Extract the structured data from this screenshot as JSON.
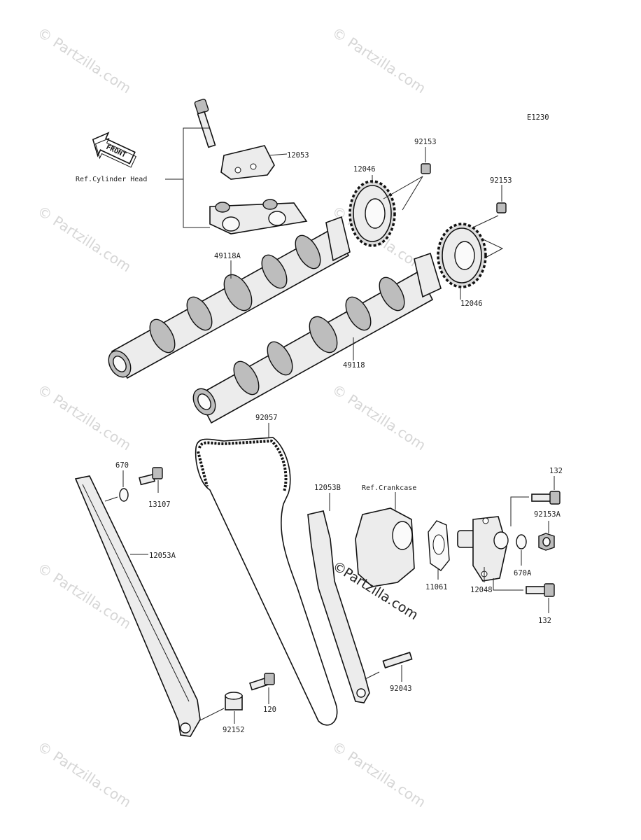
{
  "diagram": {
    "code": "E1230",
    "front_label": "FRONT",
    "refs": {
      "cylinder_head": "Ref.Cylinder Head",
      "crankcase": "Ref.Crankcase"
    },
    "parts": {
      "p12053": "12053",
      "p12046_top": "12046",
      "p92153_a": "92153",
      "p92153_b": "92153",
      "p49118A": "49118A",
      "p12046_right": "12046",
      "p49118": "49118",
      "p92057": "92057",
      "p670": "670",
      "p13107": "13107",
      "p12053A": "12053A",
      "p12053B": "12053B",
      "p132_top": "132",
      "p92153A": "92153A",
      "p11061": "11061",
      "p12048": "12048",
      "p670A": "670A",
      "p132_bottom": "132",
      "p92043": "92043",
      "p120": "120",
      "p92152": "92152"
    },
    "watermark": "Partzilla.com",
    "watermark_main": "Partzilla.com",
    "copyright_symbol": "©"
  }
}
